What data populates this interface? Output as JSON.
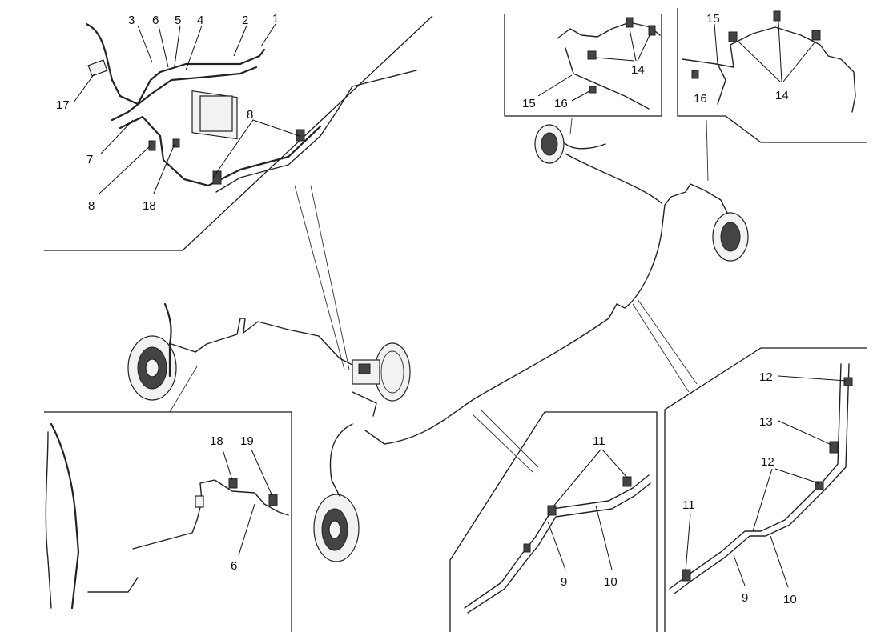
{
  "labels": {
    "tl_1": "1",
    "tl_2": "2",
    "tl_3": "3",
    "tl_4": "4",
    "tl_5": "5",
    "tl_6": "6",
    "tl_7": "7",
    "tl_8a": "8",
    "tl_8b": "8",
    "tl_17": "17",
    "tl_18": "18",
    "tr1_14": "14",
    "tr1_15": "15",
    "tr1_16": "16",
    "tr2_14": "14",
    "tr2_15": "15",
    "tr2_16": "16",
    "bl_6": "6",
    "bl_18": "18",
    "bl_19": "19",
    "bm_9": "9",
    "bm_10": "10",
    "bm_11": "11",
    "br_9": "9",
    "br_10": "10",
    "br_11": "11",
    "br_12a": "12",
    "br_12b": "12",
    "br_13": "13"
  },
  "colors": {
    "line": "#1a1a1a",
    "background": "#ffffff"
  }
}
